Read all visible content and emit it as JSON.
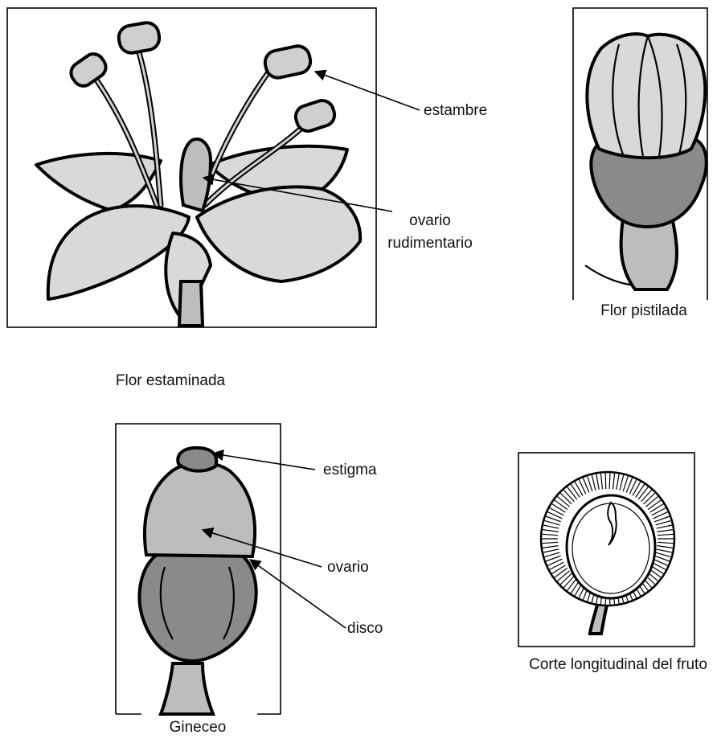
{
  "panels": {
    "staminate": {
      "caption": "Flor estaminada",
      "labels": {
        "stamen": "estambre",
        "ovary_line1": "ovario",
        "ovary_line2": "rudimentario"
      }
    },
    "pistillate": {
      "caption": "Flor pistilada"
    },
    "gynoecium": {
      "caption": "Gineceo",
      "labels": {
        "stigma": "estigma",
        "ovary": "ovario",
        "disc": "disco"
      }
    },
    "fruit": {
      "caption": "Corte longitudinal del fruto"
    }
  },
  "colors": {
    "ink": "#000000",
    "stipple": "#cfcfcf",
    "background": "#ffffff"
  }
}
